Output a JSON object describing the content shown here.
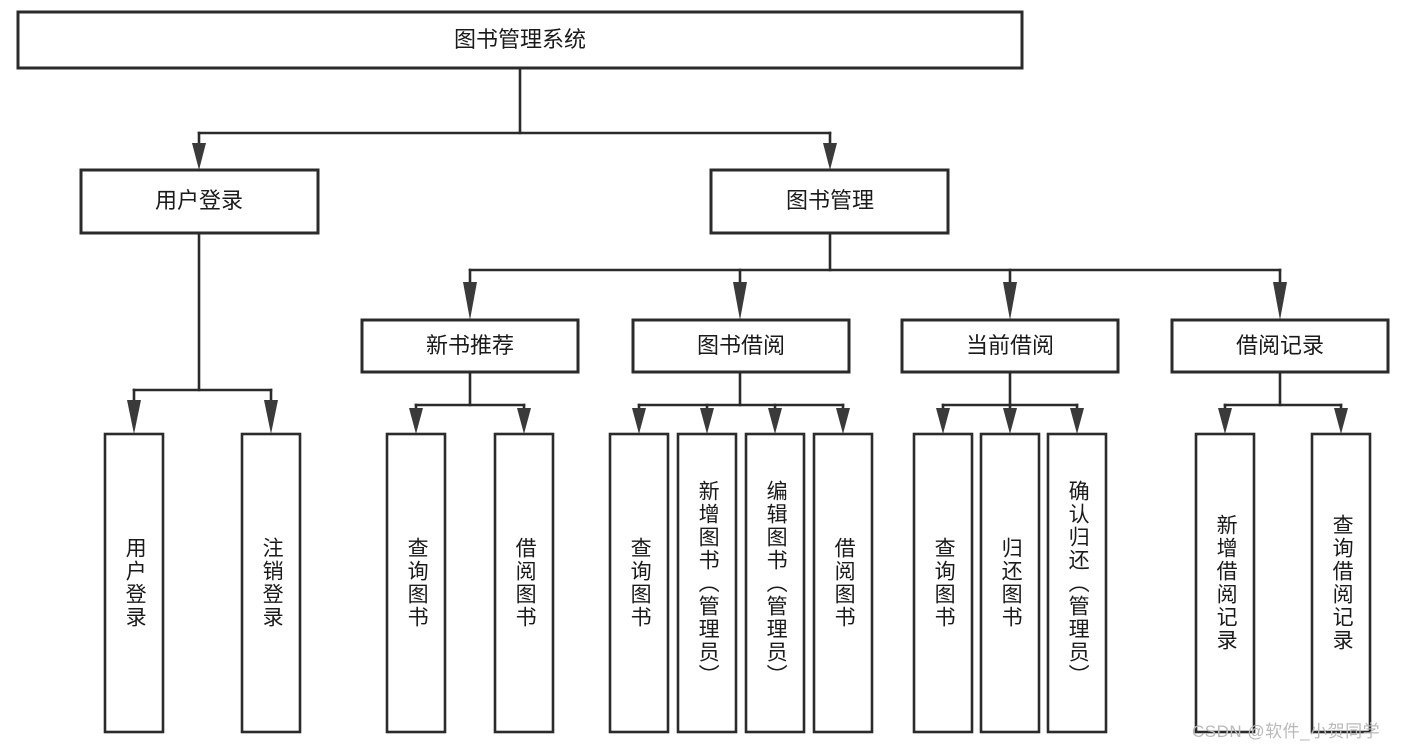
{
  "diagram": {
    "type": "tree-hierarchy",
    "title": "图书管理系统",
    "root": {
      "label": "图书管理系统"
    },
    "level2": [
      {
        "label": "用户登录"
      },
      {
        "label": "图书管理"
      }
    ],
    "level3": [
      {
        "label": "新书推荐"
      },
      {
        "label": "图书借阅"
      },
      {
        "label": "当前借阅"
      },
      {
        "label": "借阅记录"
      }
    ],
    "leaves": {
      "user_login": [
        {
          "label": "用户登录"
        },
        {
          "label": "注销登录"
        }
      ],
      "new_book_recommend": [
        {
          "label": "查询图书"
        },
        {
          "label": "借阅图书"
        }
      ],
      "book_borrow": [
        {
          "label": "查询图书"
        },
        {
          "label": "新增图书（管理员）"
        },
        {
          "label": "编辑图书（管理员）"
        },
        {
          "label": "借阅图书"
        }
      ],
      "current_borrow": [
        {
          "label": "查询图书"
        },
        {
          "label": "归还图书"
        },
        {
          "label": "确认归还（管理员）"
        }
      ],
      "borrow_record": [
        {
          "label": "新增借阅记录"
        },
        {
          "label": "查询借阅记录"
        }
      ]
    }
  },
  "watermark": {
    "text": "CSDN @软件_小贺同学"
  },
  "colors": {
    "background": "#ffffff",
    "box_stroke": "#2b2b2b",
    "edge": "#2b2b2b",
    "text": "#1a1a1a",
    "watermark": "#b9b9b9"
  }
}
